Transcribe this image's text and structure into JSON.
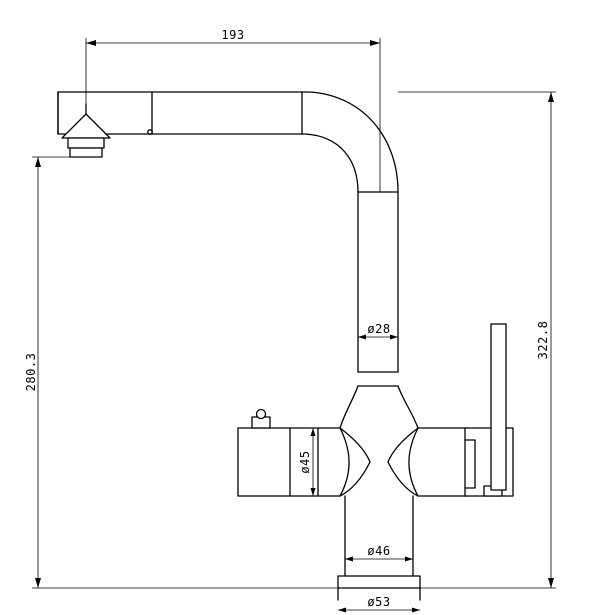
{
  "dimensions": {
    "spout_reach": "193",
    "total_height": "322.8",
    "outlet_height": "280.3",
    "upper_tube_diameter": "ø28",
    "body_diameter": "ø45",
    "lower_body_diameter": "ø46",
    "base_diameter": "ø53"
  },
  "colors": {
    "line": "#000000",
    "background": "#ffffff"
  }
}
